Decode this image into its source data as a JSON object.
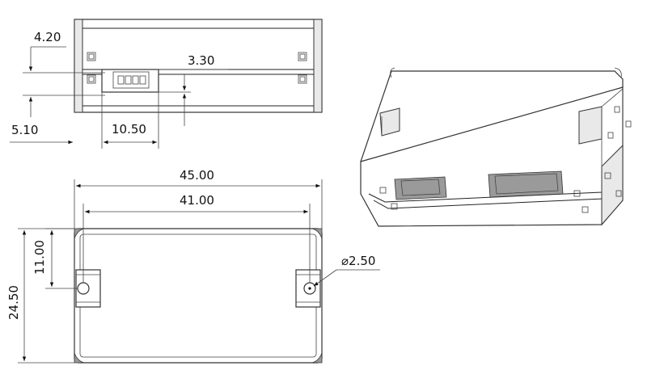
{
  "dimensions": {
    "end_offset_top": "4.20",
    "connector_height": "3.30",
    "end_offset_bottom": "5.10",
    "connector_width": "10.50",
    "overall_length": "45.00",
    "hole_spacing": "41.00",
    "tab_position": "11.00",
    "overall_width": "24.50",
    "hole_diameter": "2.50",
    "diameter_symbol": "⌀"
  }
}
